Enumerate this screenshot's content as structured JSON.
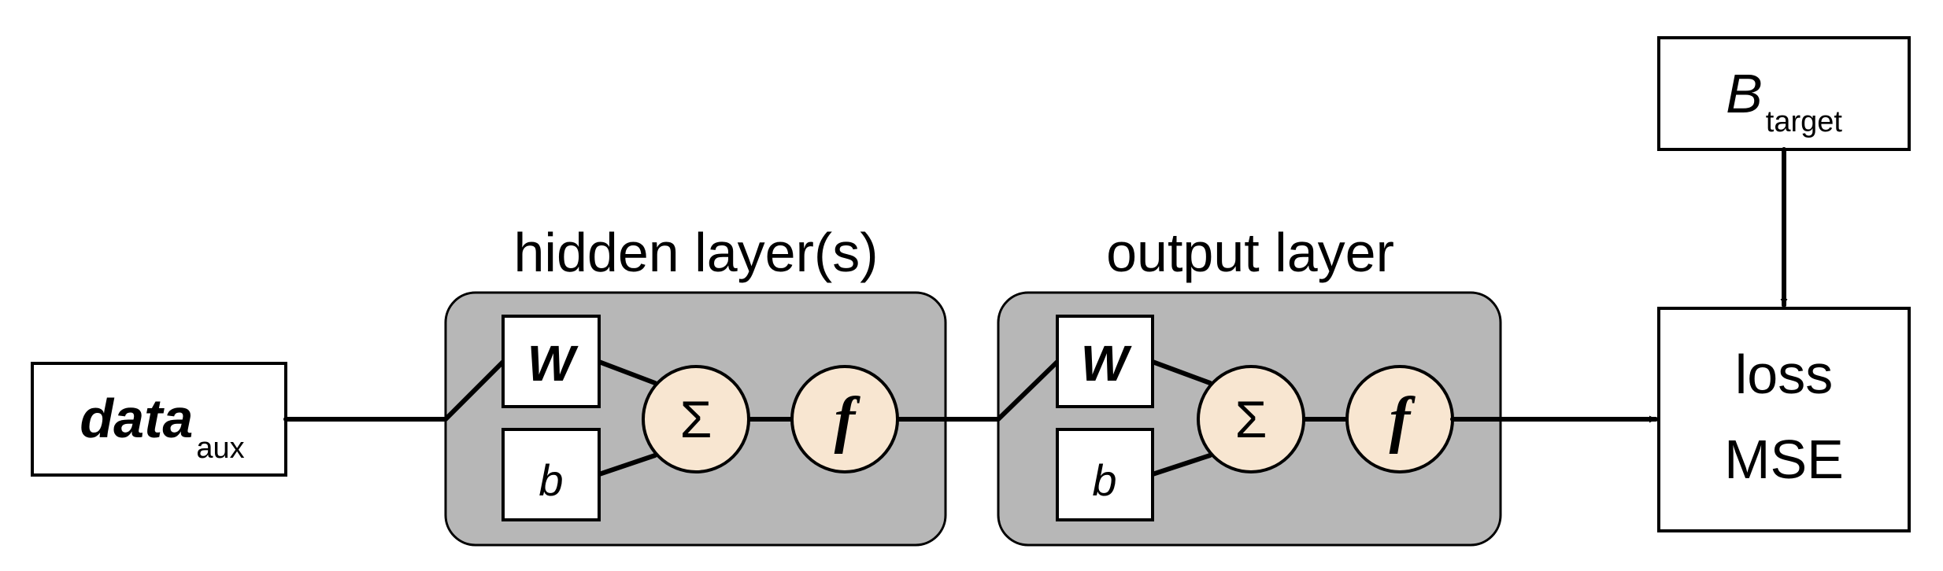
{
  "input": {
    "main": "data",
    "sub": "aux"
  },
  "layers": [
    {
      "label": "hidden layer(s)",
      "weight": "W",
      "bias": "b",
      "sum": "Σ",
      "activation": "f"
    },
    {
      "label": "output layer",
      "weight": "W",
      "bias": "b",
      "sum": "Σ",
      "activation": "f"
    }
  ],
  "target": {
    "main": "B",
    "sub": "target"
  },
  "loss": {
    "line1": "loss",
    "line2": "MSE"
  }
}
